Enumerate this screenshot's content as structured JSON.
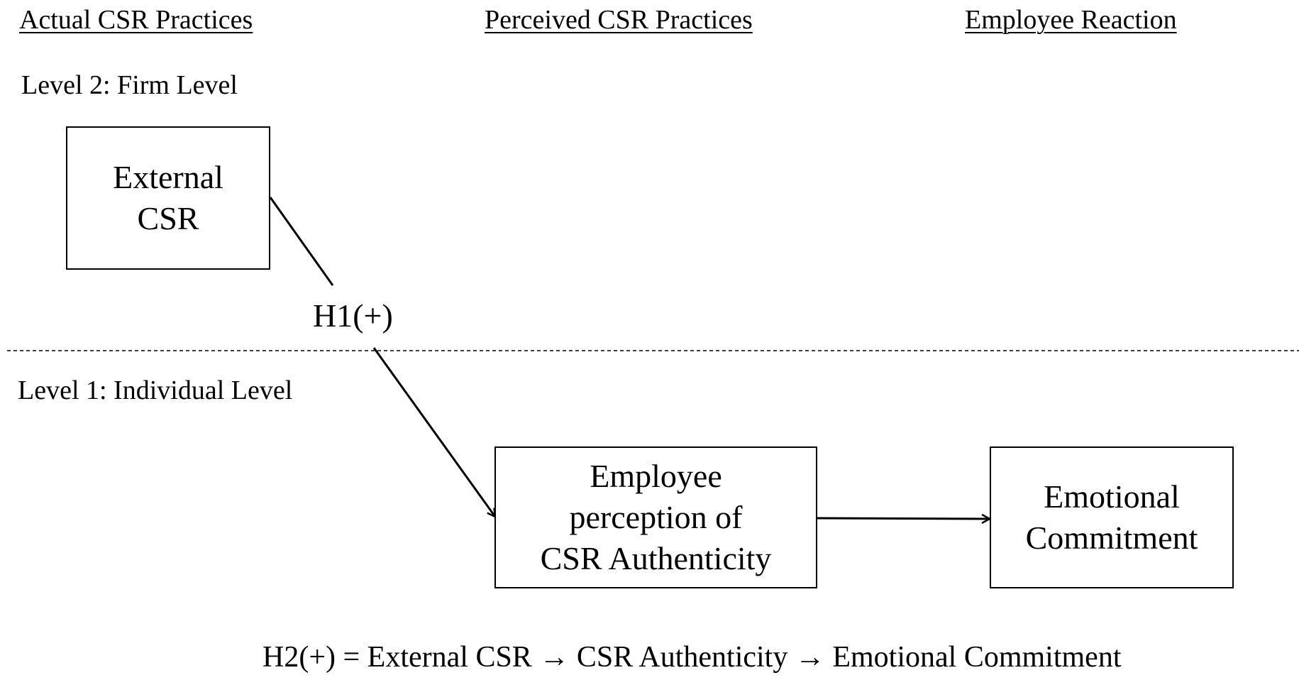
{
  "columns": {
    "actual": "Actual CSR Practices",
    "perceived": "Perceived CSR Practices",
    "reaction": "Employee Reaction"
  },
  "levels": {
    "level2": "Level 2: Firm Level",
    "level1": "Level 1: Individual Level"
  },
  "boxes": {
    "external_csr": [
      "External",
      "CSR"
    ],
    "authenticity": [
      "Employee",
      "perception of",
      "CSR Authenticity"
    ],
    "commitment": [
      "Emotional",
      "Commitment"
    ]
  },
  "hypotheses": {
    "h1": "H1(+)",
    "h2_footer": "H2(+) = External CSR → CSR Authenticity → Emotional Commitment"
  }
}
